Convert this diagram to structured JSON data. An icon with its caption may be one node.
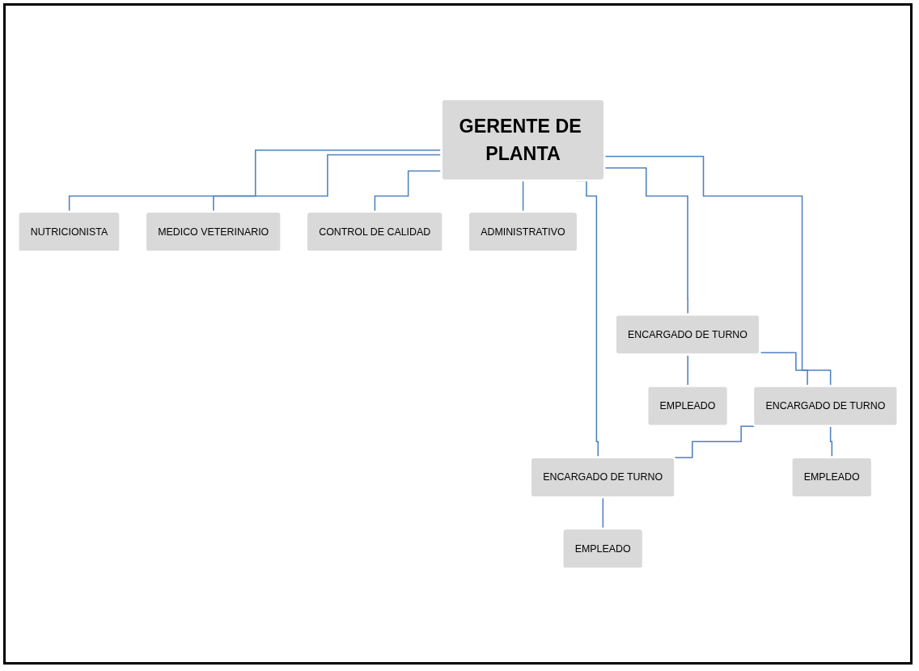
{
  "diagram": {
    "nodes": [
      {
        "text": [
          "GERENTE DE PLANTA"
        ]
      },
      {
        "text": [
          "NUTRICIONISTA"
        ]
      },
      {
        "text": [
          "MEDICO VETERINARIO"
        ]
      },
      {
        "text": [
          "CONTROL DE CALIDAD"
        ]
      },
      {
        "text": [
          "ADMINISTRATIVO"
        ]
      },
      {
        "text": [
          "ENCARGADO DE TURNO"
        ]
      },
      {
        "text": [
          "ENCARGADO DE TURNO"
        ]
      },
      {
        "text": [
          "ENCARGADO DE TURNO"
        ]
      },
      {
        "text": [
          "EMPLEADO"
        ]
      },
      {
        "text": [
          "EMPLEADO"
        ]
      },
      {
        "text": [
          "EMPLEADO"
        ]
      }
    ],
    "edges": [
      {
        "from": 0,
        "to": 1,
        "arrow": "none"
      },
      {
        "from": 0,
        "to": 2,
        "arrow": "none"
      },
      {
        "from": 0,
        "to": 3,
        "arrow": "none"
      },
      {
        "from": 0,
        "to": 4,
        "arrow": "none"
      },
      {
        "from": 0,
        "to": 5,
        "arrow": "none"
      },
      {
        "from": 0,
        "to": 6,
        "arrow": "none"
      },
      {
        "from": 0,
        "to": 7,
        "arrow": "none"
      },
      {
        "from": 5,
        "to": 6,
        "arrow": "none"
      },
      {
        "from": 6,
        "to": 7,
        "arrow": "none"
      },
      {
        "from": 5,
        "to": 8,
        "arrow": "none"
      },
      {
        "from": 6,
        "to": 9,
        "arrow": "none"
      },
      {
        "from": 7,
        "to": 10,
        "arrow": "none"
      }
    ]
  }
}
